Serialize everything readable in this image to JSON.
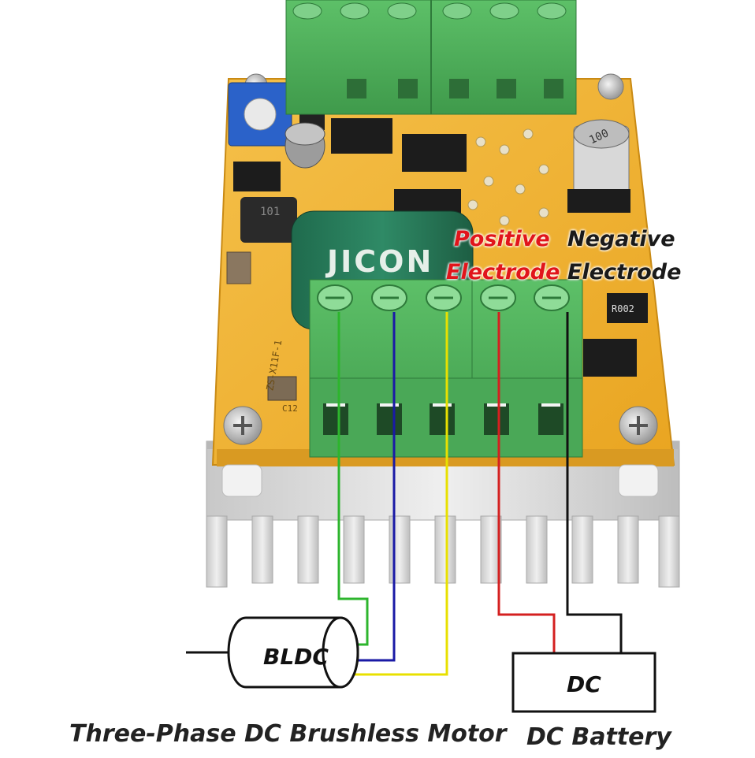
{
  "labels": {
    "positive_line1": "Positive",
    "positive_line2": "Electrode",
    "negative_line1": "Negative",
    "negative_line2": "Electrode",
    "motor_box": "BLDC",
    "battery_box": "DC",
    "motor_caption": "Three-Phase DC Brushless Motor",
    "battery_caption": "DC Battery",
    "capacitor_brand": "JICON",
    "inductor_marking": "101",
    "resistor_marking": "R002",
    "electrolytic_marking": "100",
    "board_marking": "ZS-X11F-1",
    "cap_marking": "C12"
  },
  "colors": {
    "wire_phase_a": "#2db52d",
    "wire_phase_b": "#1a1aa6",
    "wire_phase_c": "#e8e000",
    "wire_positive": "#d42020",
    "wire_negative": "#111111",
    "terminal_green": "#4caf5a",
    "pcb_yellow": "#f2b634",
    "heatsink": "#d9d9d9"
  }
}
